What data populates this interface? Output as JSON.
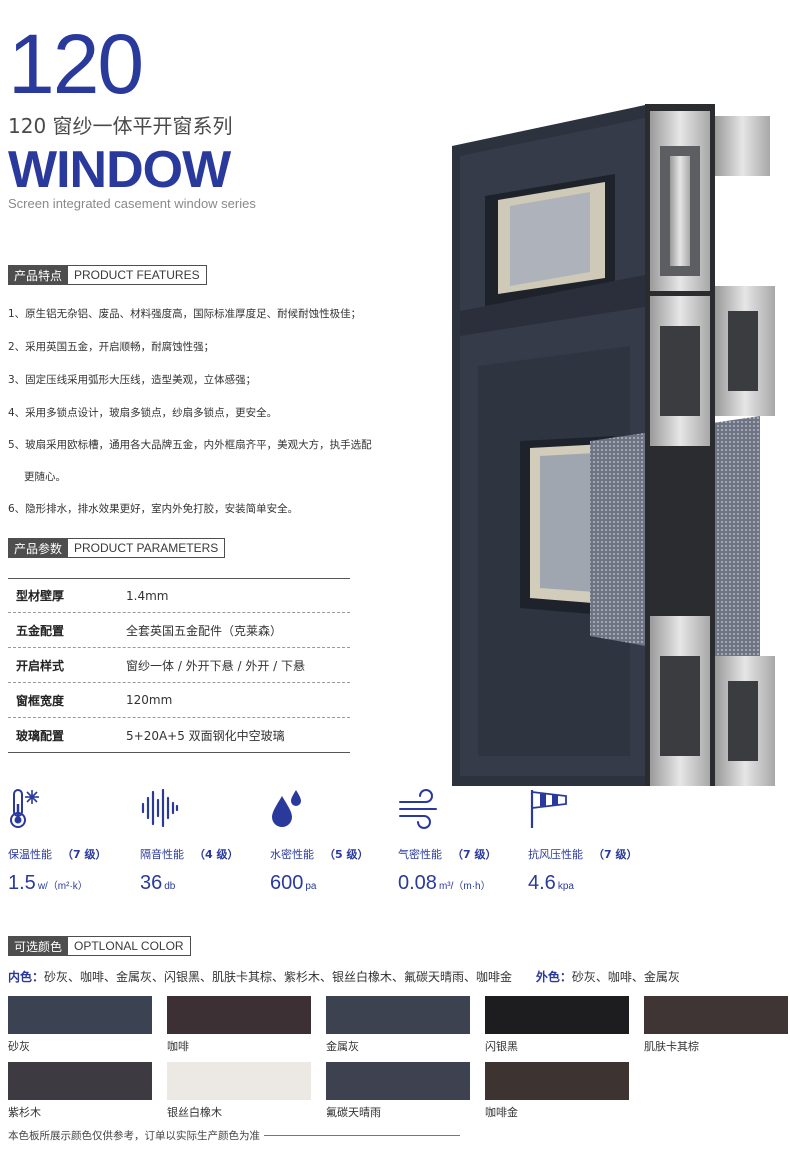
{
  "header": {
    "number": "120",
    "subtitle": "120 窗纱一体平开窗系列",
    "title": "WINDOW",
    "english_subtitle": "Screen integrated casement window series"
  },
  "features": {
    "tag_zh": "产品特点",
    "tag_en": "PRODUCT FEATURES",
    "items": [
      "1、原生铝无杂铝、废品、材料强度高，国际标准厚度足、耐候耐蚀性极佳；",
      "2、采用英国五金，开启顺畅，耐腐蚀性强；",
      "3、固定压线采用弧形大压线，造型美观，立体感强；",
      "4、采用多锁点设计，玻扇多锁点，纱扇多锁点，更安全。",
      "5、玻扇采用欧标槽，通用各大品牌五金，内外框扇齐平，美观大方，执手选配",
      "更随心。",
      "6、隐形排水，排水效果更好，室内外免打胶，安装简单安全。"
    ]
  },
  "parameters": {
    "tag_zh": "产品参数",
    "tag_en": "PRODUCT PARAMETERS",
    "rows": [
      {
        "key": "型材壁厚",
        "value": "1.4mm"
      },
      {
        "key": "五金配置",
        "value": "全套英国五金配件（克莱森）"
      },
      {
        "key": "开启样式",
        "value": "窗纱一体 / 外开下悬 / 外开 / 下悬"
      },
      {
        "key": "窗框宽度",
        "value": "120mm"
      },
      {
        "key": "玻璃配置",
        "value": "5+20A+5 双面钢化中空玻璃"
      }
    ]
  },
  "performance": [
    {
      "icon": "thermometer-snowflake-icon",
      "label": "保温性能",
      "level": "（7 级）",
      "value": "1.5",
      "unit": "w/（m²·k）"
    },
    {
      "icon": "sound-wave-icon",
      "label": "隔音性能",
      "level": "（4 级）",
      "value": "36",
      "unit": "db"
    },
    {
      "icon": "water-drops-icon",
      "label": "水密性能",
      "level": "（5 级）",
      "value": "600",
      "unit": "pa"
    },
    {
      "icon": "wind-icon",
      "label": "气密性能",
      "level": "（7 级）",
      "value": "0.08",
      "unit": "m³/（m·h）"
    },
    {
      "icon": "windsock-icon",
      "label": "抗风压性能",
      "level": "（7 级）",
      "value": "4.6",
      "unit": "kpa"
    }
  ],
  "colors": {
    "tag_zh": "可选颜色",
    "tag_en": "OPTLONAL COLOR",
    "inner_label": "内色：",
    "inner_list": "砂灰、咖啡、金属灰、闪银黑、肌肤卡其棕、紫杉木、银丝白橡木、氟碳天晴雨、咖啡金",
    "outer_label": "外色：",
    "outer_list": "砂灰、咖啡、金属灰",
    "swatches": [
      {
        "name": "砂灰",
        "color": "#3b4352"
      },
      {
        "name": "咖啡",
        "color": "#3c3034"
      },
      {
        "name": "金属灰",
        "color": "#3d4250"
      },
      {
        "name": "闪银黑",
        "color": "#1d1d1f"
      },
      {
        "name": "肌肤卡其棕",
        "color": "#3f3534"
      },
      {
        "name": "紫杉木",
        "color": "#3d3a42"
      },
      {
        "name": "银丝白橡木",
        "color": "#ece9e4"
      },
      {
        "name": "氟碳天晴雨",
        "color": "#3e4250"
      },
      {
        "name": "咖啡金",
        "color": "#3d3331"
      }
    ],
    "accent": "#2a3a9c"
  },
  "footer": {
    "note": "本色板所展示颜色仅供参考，订单以实际生产颜色为准"
  }
}
